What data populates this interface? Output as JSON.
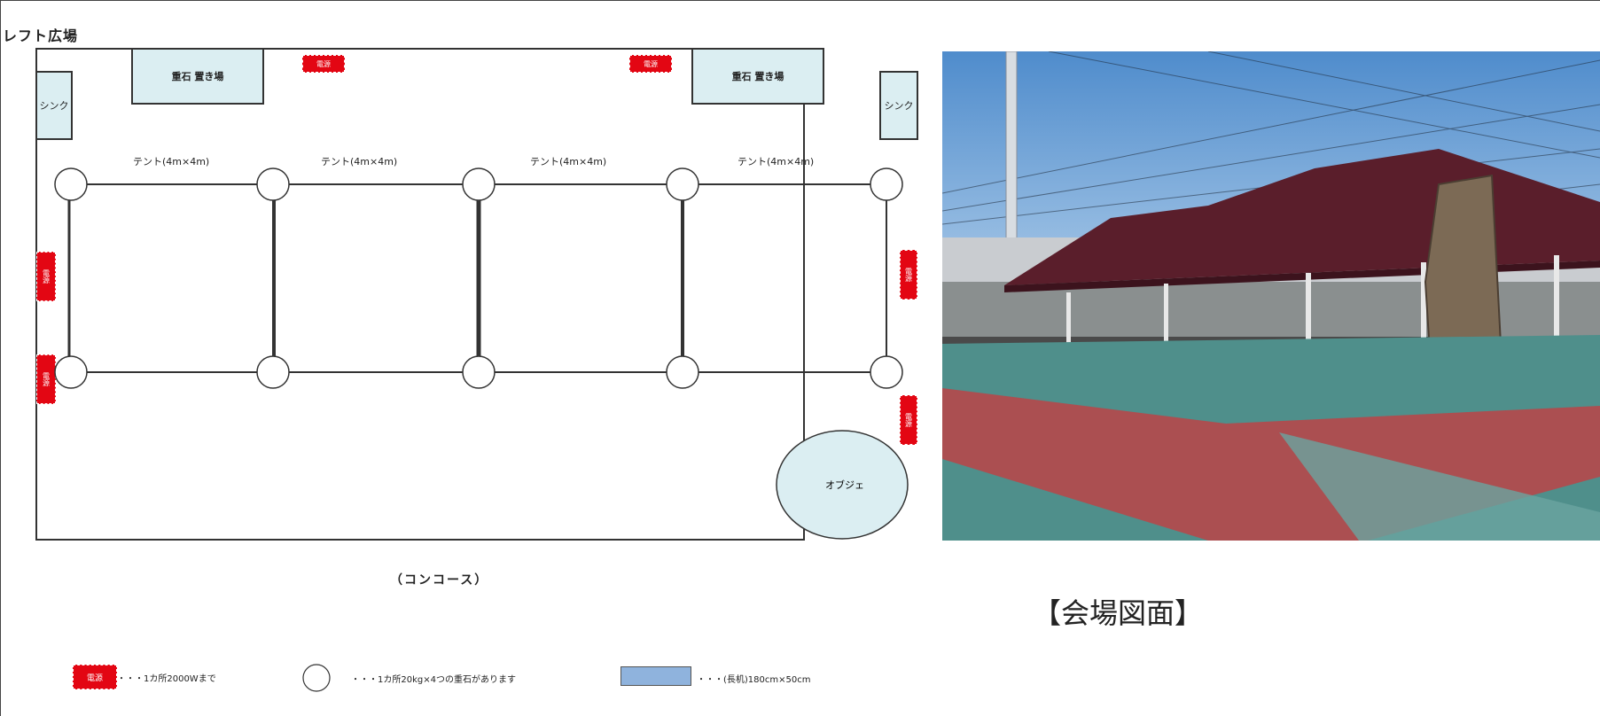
{
  "page_title": "レフト広場",
  "plan": {
    "weight_area_label": "重石 置き場",
    "sink_label": "シンク",
    "power_label": "電源",
    "tent_label": "テント(4m×4m)",
    "objet_label": "オブジェ",
    "concourse_label": "（コンコース）"
  },
  "legend": {
    "power_text": "・・・1カ所2000Wまで",
    "circle_text": "・・・1カ所20kg×4つの重石があります",
    "table_text": "・・・(長机)180cm×50cm"
  },
  "caption": "【会場図面】",
  "colors": {
    "power": "#e30613",
    "light_blue": "#dbeef2",
    "legend_blue": "#8fb3dd",
    "tent_roof": "#5a1e2b",
    "floor_teal": "#4f8f8b",
    "floor_red": "#b5484a",
    "sky": "#6fa6d8"
  }
}
